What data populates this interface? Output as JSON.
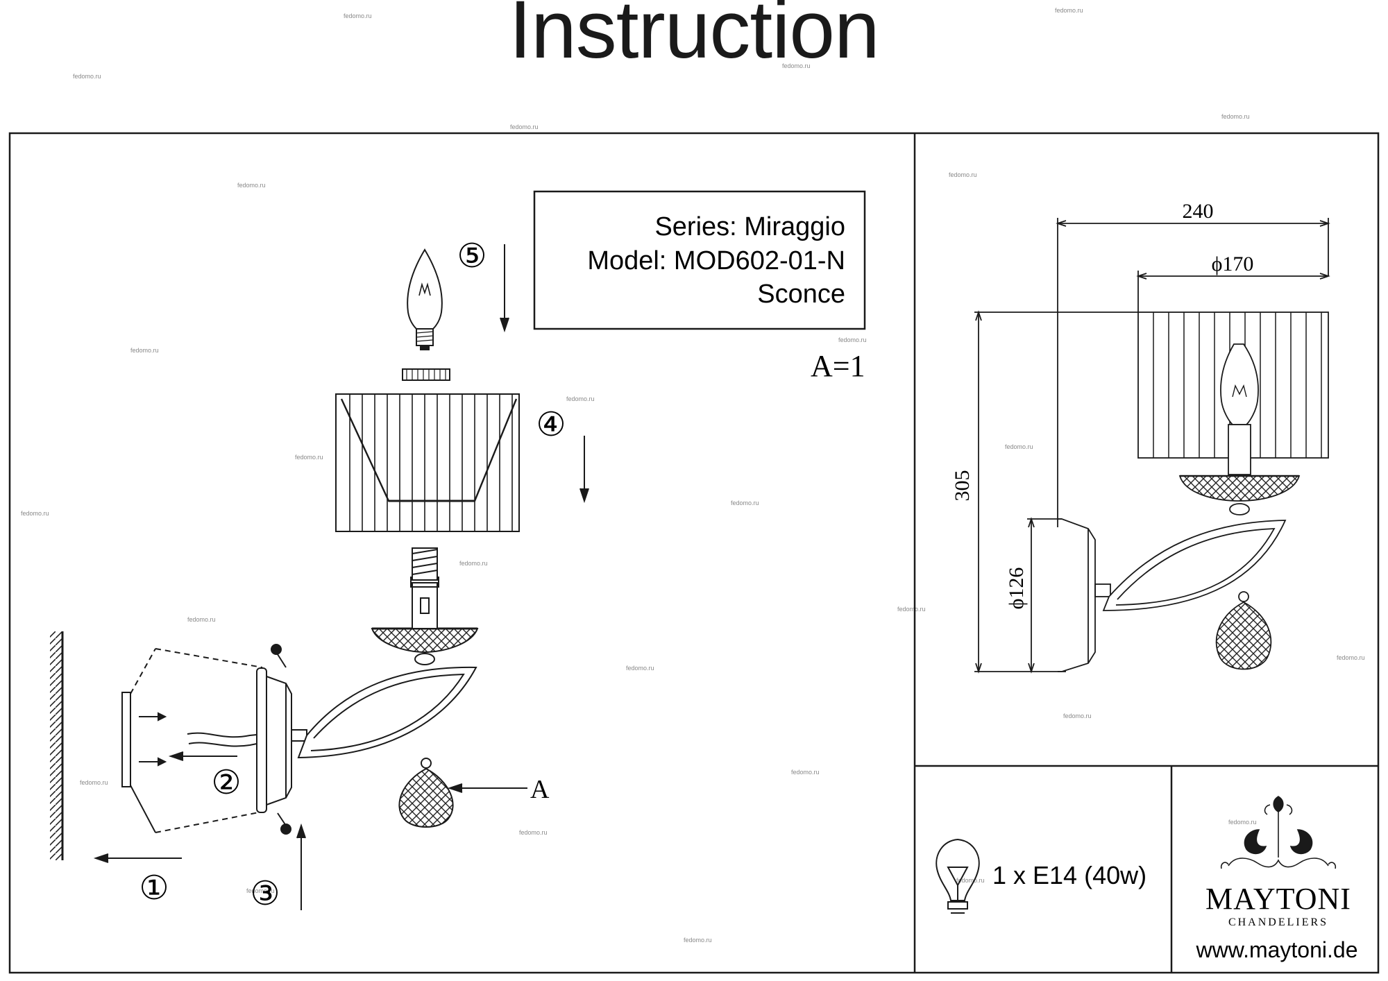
{
  "title": "Instruction",
  "info_box": {
    "series": "Series: Miraggio",
    "model": "Model: MOD602-01-N",
    "type": "Sconce"
  },
  "scale_label": "A=1",
  "detail_label": "A",
  "steps": [
    "①",
    "②",
    "③",
    "④",
    "⑤"
  ],
  "dimensions": {
    "total_width": "240",
    "shade_diameter": "ϕ170",
    "height": "305",
    "base_diameter": "ϕ126"
  },
  "bulb_spec": "1 x E14 (40w)",
  "brand": {
    "name": "MAYTONI",
    "sub": "CHANDELIERS",
    "url": "www.maytoni.de"
  },
  "watermark": "fedomo.ru"
}
